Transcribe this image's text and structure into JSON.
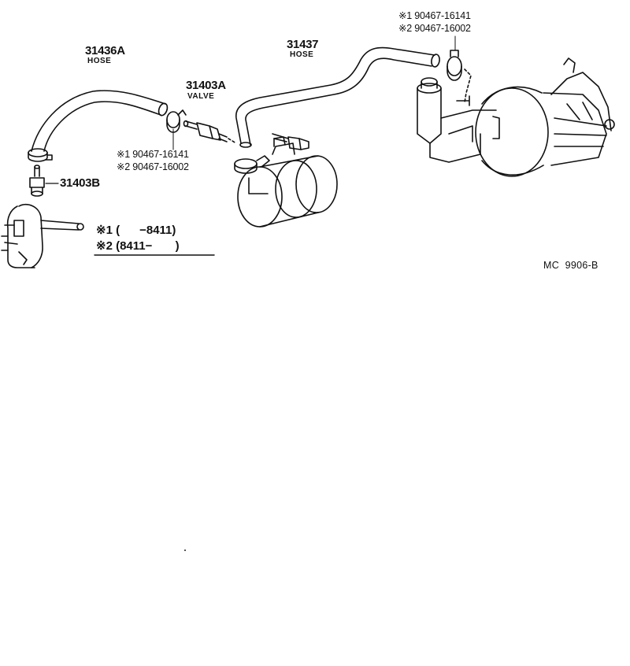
{
  "parts": {
    "hose_a": {
      "number": "31436A",
      "name": "HOSE"
    },
    "hose_b": {
      "number": "31437",
      "name": "HOSE"
    },
    "valve_a": {
      "number": "31403A",
      "name": "VALVE"
    },
    "valve_b": {
      "number": "31403B"
    }
  },
  "clamp_callouts": {
    "top_right": [
      "※1 90467-16141",
      "※2 90467-16002"
    ],
    "middle": [
      "※1 90467-16141",
      "※2 90467-16002"
    ]
  },
  "legend": {
    "row1": {
      "mark": "※1",
      "range": "(      −8411)"
    },
    "row2": {
      "mark": "※2",
      "range": "(8411−       )"
    }
  },
  "diagram_code": "MC  9906-B"
}
